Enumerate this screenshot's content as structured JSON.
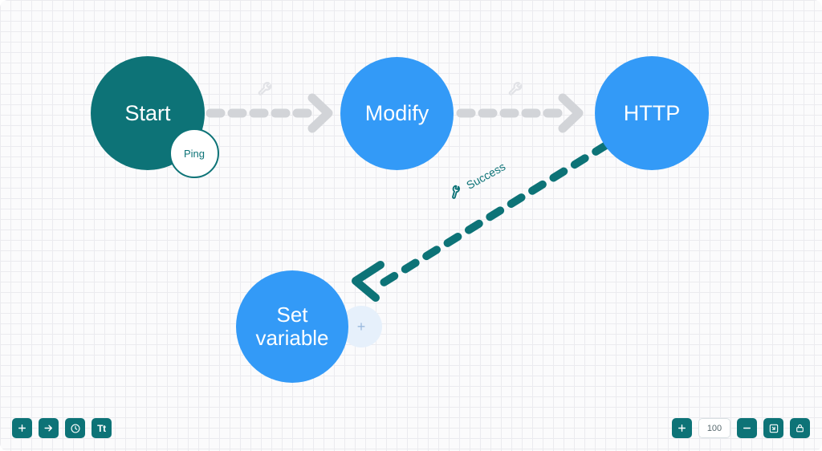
{
  "canvas": {
    "background_color": "#fbfbfc",
    "grid_color": "#ebebef"
  },
  "colors": {
    "teal": "#0d7377",
    "blue": "#339af7",
    "edge_gray": "#d2d4d8",
    "plus_handle_bg": "#e6f0fb"
  },
  "nodes": [
    {
      "id": "start",
      "label": "Start",
      "color": "#0d7377",
      "badge": "Ping"
    },
    {
      "id": "modify",
      "label": "Modify",
      "color": "#339af7"
    },
    {
      "id": "http",
      "label": "HTTP",
      "color": "#339af7"
    },
    {
      "id": "setvar",
      "label_line1": "Set",
      "label_line2": "variable",
      "color": "#339af7"
    }
  ],
  "node_labels": {
    "start": "Start",
    "start_badge": "Ping",
    "modify": "Modify",
    "http": "HTTP",
    "setvar_line1": "Set",
    "setvar_line2": "variable",
    "add_handle": "+"
  },
  "edges": [
    {
      "from": "start",
      "to": "modify",
      "style": "dashed",
      "color": "#d2d4d8",
      "icon": "wrench-icon",
      "label": ""
    },
    {
      "from": "modify",
      "to": "http",
      "style": "dashed",
      "color": "#d2d4d8",
      "icon": "wrench-icon",
      "label": ""
    },
    {
      "from": "http",
      "to": "setvar",
      "style": "dashed",
      "color": "#0d7377",
      "icon": "wrench-icon",
      "label": "Success"
    }
  ],
  "edge_labels": {
    "success": "Success"
  },
  "toolbar_left": {
    "buttons": [
      {
        "name": "add-node-button",
        "icon": "plus-icon",
        "label": "+"
      },
      {
        "name": "add-edge-button",
        "icon": "arrow-right-icon",
        "label": "→"
      },
      {
        "name": "history-button",
        "icon": "clock-icon",
        "label": "◴"
      },
      {
        "name": "text-format-button",
        "icon": "text-type-icon",
        "label": "Tt"
      }
    ]
  },
  "toolbar_right": {
    "zoom_in": {
      "name": "zoom-in-button",
      "icon": "plus-icon",
      "label": "+"
    },
    "zoom_value": "100",
    "zoom_placeholder": "100",
    "zoom_out": {
      "name": "zoom-out-button",
      "icon": "minus-icon",
      "label": "−"
    },
    "fit_view": {
      "name": "fit-to-screen-button",
      "icon": "fit-screen-icon"
    },
    "lock": {
      "name": "lock-canvas-button",
      "icon": "lock-icon"
    }
  }
}
